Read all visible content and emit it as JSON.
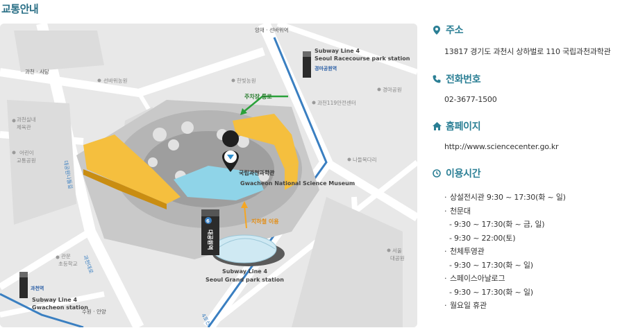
{
  "page_title": "교통안내",
  "map": {
    "labels": {
      "yangjae": "양재 · 선바위역",
      "gwacheon_sadang": "과천 · 사당",
      "seonbawi_farm": "선바위농원",
      "hanbit_farm": "한빛농원",
      "gyeongma_park": "경마공원",
      "fire_center": "과천119안전센터",
      "nadeul": "나들목다리",
      "gwacheon_gym_1": "과천실내",
      "gwacheon_gym_2": "체육관",
      "eorini_1": "어린이",
      "eorini_2": "교통공원",
      "gwanmun_1": "관문",
      "gwanmun_2": "초등학교",
      "seoul_1": "서울",
      "seoul_2": "대공원",
      "suwon_anyang": "수원 · 안양",
      "road_1": "과천대로",
      "road_2": "대공원나들길",
      "road_3": "과천대로",
      "line4_road": "4호선",
      "parking_route": "주차장 통로",
      "underground": "지하철 이용",
      "museum_kr": "국립과천과학관",
      "museum_en": "Gwacheon National Science Museum",
      "station_top_l1": "Subway Line 4",
      "station_top_l2": "Seoul Racecourse park station",
      "station_top_sign": "경마공원역",
      "station_mid_l1": "Subway Line 4",
      "station_mid_l2": "Seoul Grand park station",
      "station_mid_sign": "대공원역",
      "station_mid_num": "6",
      "station_left_l1": "Subway Line 4",
      "station_left_l2": "Gwacheon station",
      "station_left_sign": "과천역"
    },
    "colors": {
      "building_yellow": "#f5bf3e",
      "museum_blue": "#8fd4e8",
      "subway_line": "#3a7fc1",
      "parking_arrow": "#2aa13a",
      "underground_arrow": "#f5a623"
    }
  },
  "info": {
    "address_title": "주소",
    "address": "13817 경기도 과천시 상하벌로 110 국립과천과학관",
    "phone_title": "전화번호",
    "phone": "02-3677-1500",
    "homepage_title": "홈페이지",
    "homepage": "http://www.sciencecenter.go.kr",
    "hours_title": "이용시간",
    "hours": [
      {
        "text": "상설전시관 9:30 ~ 17:30(화 ~ 일)",
        "sub": false
      },
      {
        "text": "천문대",
        "sub": false
      },
      {
        "text": "9:30 ~ 17:30(화 ~ 금, 일)",
        "sub": true
      },
      {
        "text": "9:30 ~ 22:00(토)",
        "sub": true
      },
      {
        "text": "천체투영관",
        "sub": false
      },
      {
        "text": "9:30 ~ 17:30(화 ~ 일)",
        "sub": true
      },
      {
        "text": "스페이스아날로그",
        "sub": false
      },
      {
        "text": "9:30 ~ 17:30(화 ~ 일)",
        "sub": true
      },
      {
        "text": "월요일 휴관",
        "sub": false
      }
    ]
  }
}
